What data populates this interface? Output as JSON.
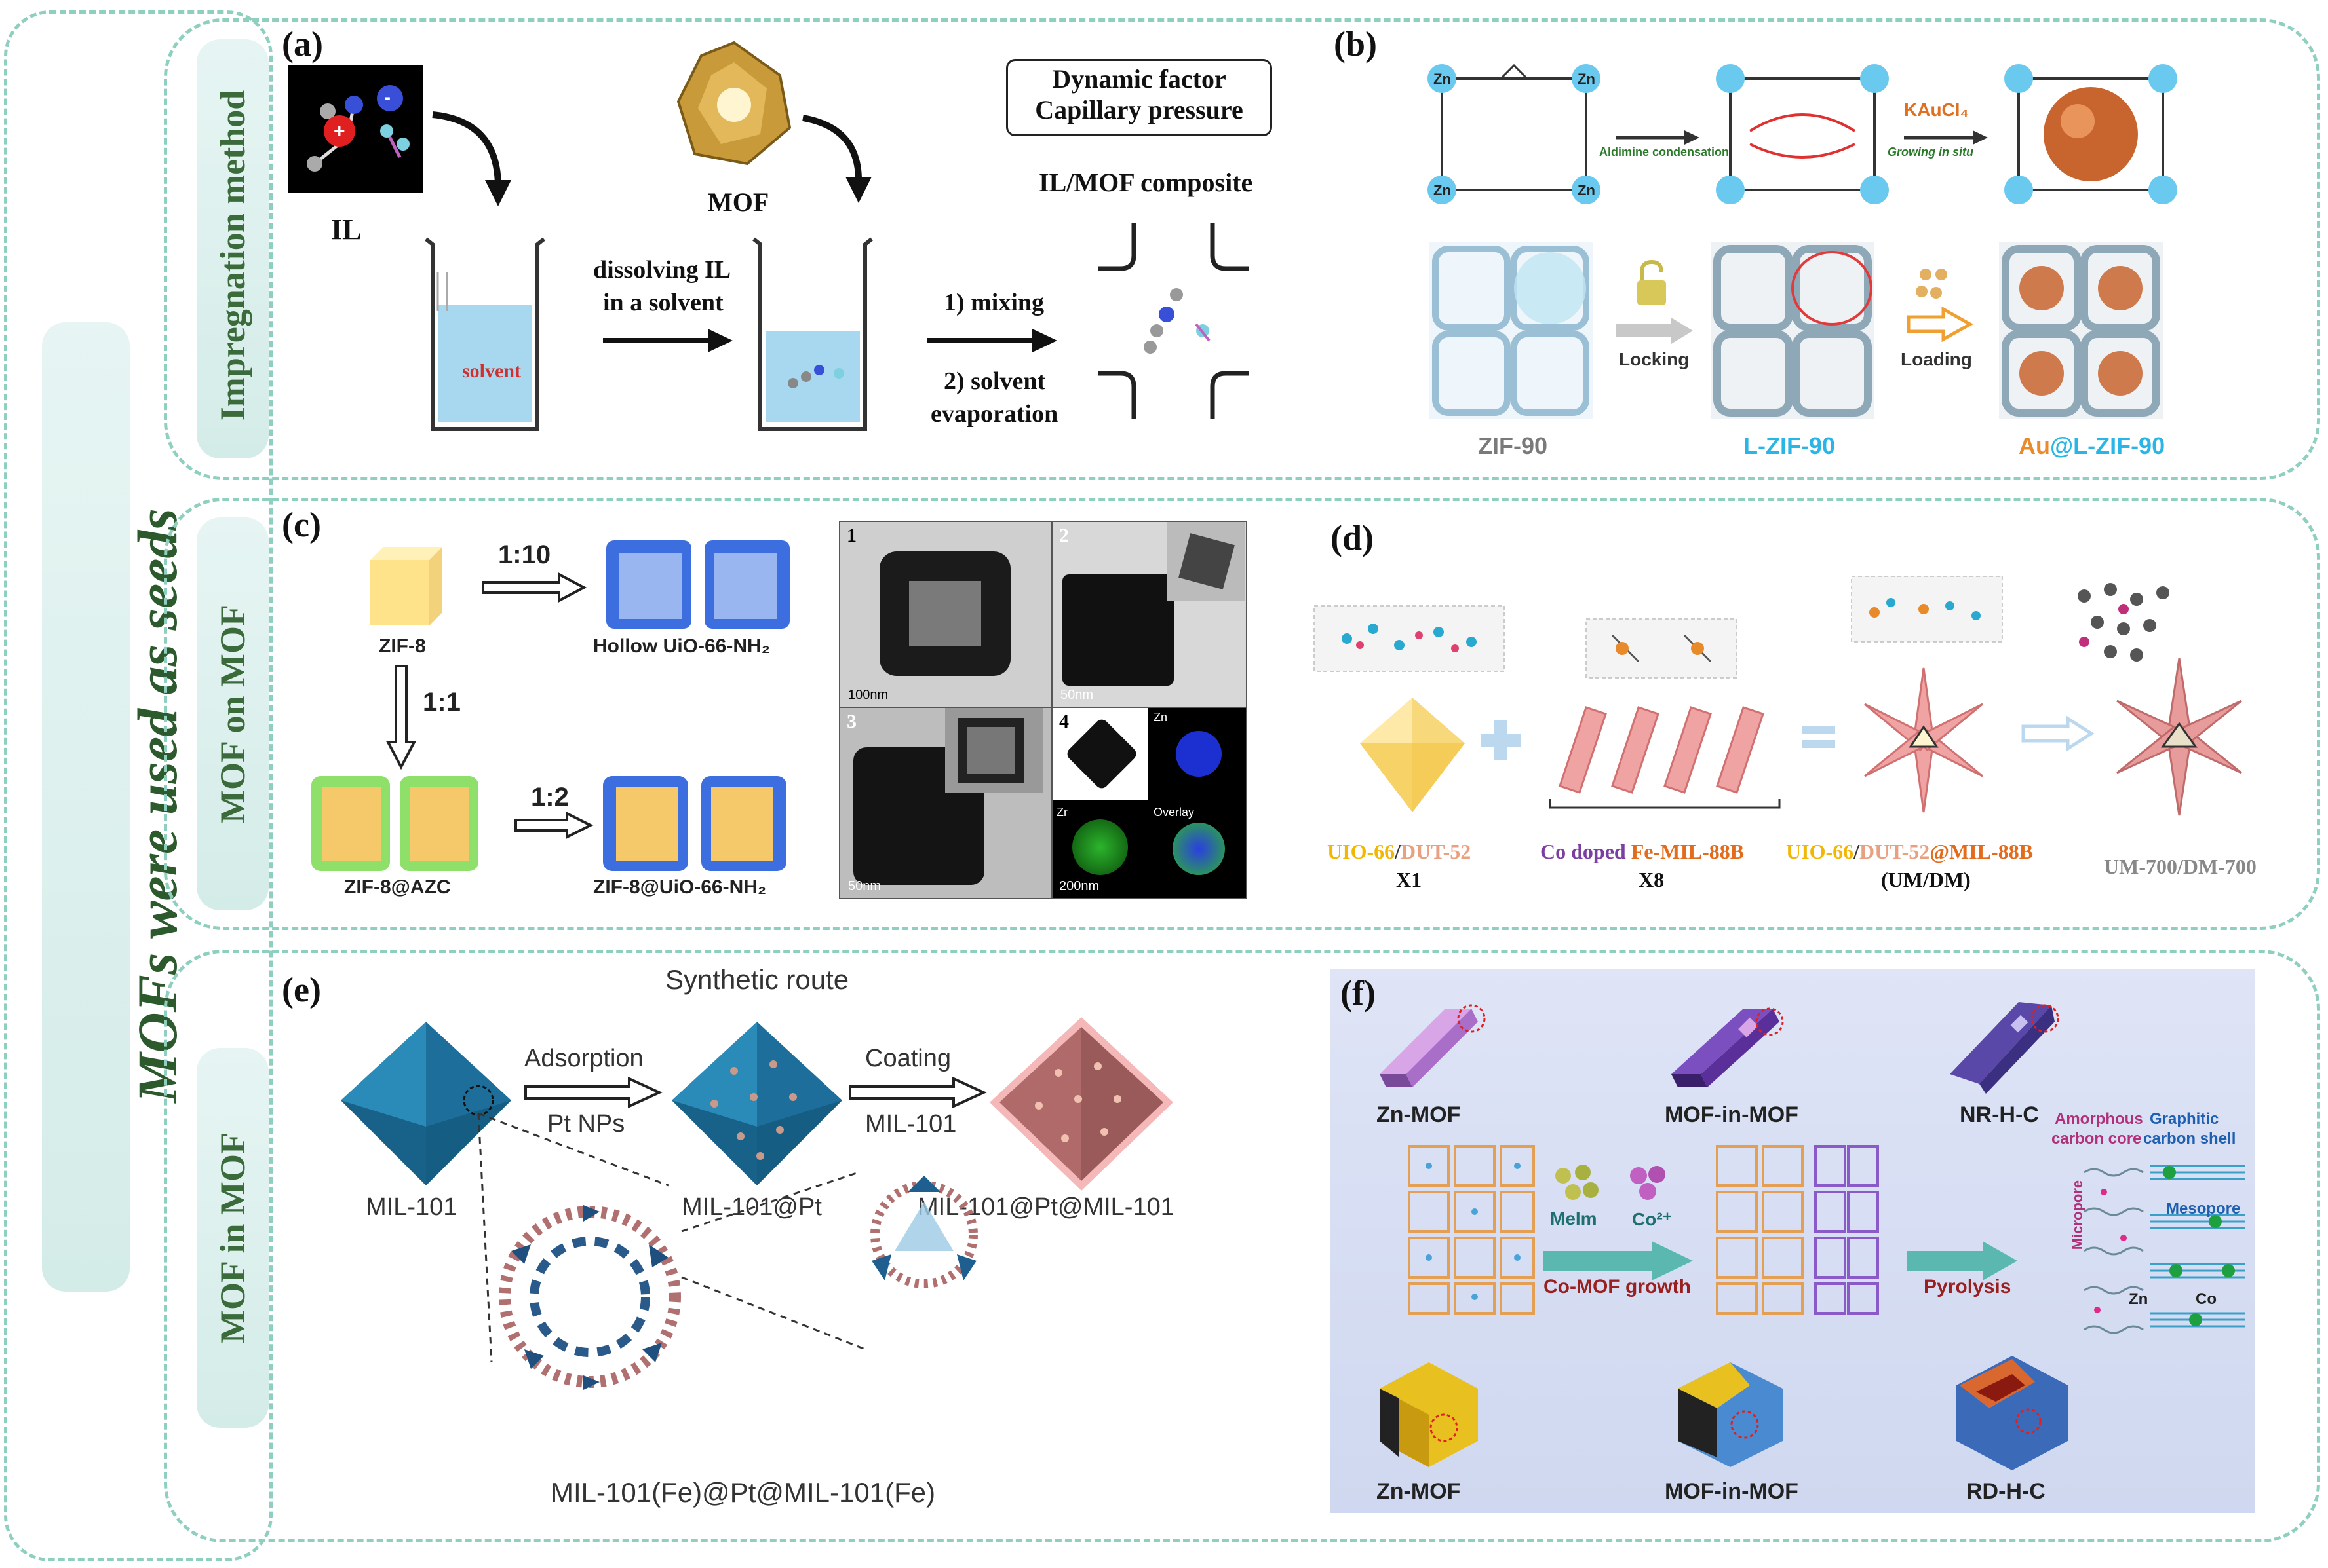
{
  "side_title": "MOFs were used as seeds",
  "rows": [
    {
      "label": "Impregnation method"
    },
    {
      "label": "MOF  on  MOF"
    },
    {
      "label": "MOF  in  MOF"
    }
  ],
  "panel_a": {
    "tag": "(a)",
    "il": "IL",
    "mof": "MOF",
    "factor_line1": "Dynamic factor",
    "factor_line2": "Capillary pressure",
    "composite": "IL/MOF composite",
    "solvent": "solvent",
    "dissolve_line1": "dissolving IL",
    "dissolve_line2": "in a solvent",
    "mixing": "1) mixing",
    "evap_line1": "2) solvent",
    "evap_line2": "evaporation"
  },
  "panel_b": {
    "tag": "(b)",
    "zn": "Zn",
    "aldimine": "Aldimine condensation",
    "kaucl4": "KAuCl₄",
    "growing": "Growing in situ",
    "locking": "Locking",
    "loading": "Loading",
    "zif90": "ZIF-90",
    "lzif90": "L-ZIF-90",
    "au_part": "Au",
    "au_rest": "@L-ZIF-90"
  },
  "panel_c": {
    "tag": "(c)",
    "ratio_1_10": "1:10",
    "ratio_1_1": "1:1",
    "ratio_1_2": "1:2",
    "zif8": "ZIF-8",
    "hollow": "Hollow UiO-66-NH₂",
    "zif8_azc": "ZIF-8@AZC",
    "zif8_uio": "ZIF-8@UiO-66-NH₂",
    "tem": [
      {
        "n": "1",
        "scale": "100nm"
      },
      {
        "n": "2",
        "scale": "50nm"
      },
      {
        "n": "3",
        "scale": "50nm"
      },
      {
        "n": "4",
        "scale": "200nm"
      }
    ],
    "map_zn": "Zn",
    "map_zr": "Zr",
    "map_overlay": "Overlay"
  },
  "panel_d": {
    "tag": "(d)",
    "uio66": "UIO-66",
    "dut52": "DUT-52",
    "x1": "X1",
    "co_doped": "Co doped",
    "fe_mil": "Fe-MIL-88B",
    "x8": "X8",
    "at_mil": "@MIL-88B",
    "umdm": "(UM/DM)",
    "um700": "UM-700/DM-700",
    "slash": "/"
  },
  "panel_e": {
    "tag": "(e)",
    "route": "Synthetic route",
    "adsorption": "Adsorption",
    "pt_nps": "Pt NPs",
    "coating": "Coating",
    "mil101_arrow": "MIL-101",
    "mil101": "MIL-101",
    "mil101_pt": "MIL-101@Pt",
    "mil101_pt_mil": "MIL-101@Pt@MIL-101",
    "bottom": "MIL-101(Fe)@Pt@MIL-101(Fe)"
  },
  "panel_f": {
    "tag": "(f)",
    "zn_mof_top": "Zn-MOF",
    "mof_in_mof_top": "MOF-in-MOF",
    "nr_hc": "NR-H-C",
    "amorphous_line1": "Amorphous",
    "amorphous_line2": "carbon core",
    "graphitic_line1": "Graphitic",
    "graphitic_line2": "carbon shell",
    "melm": "MeIm",
    "co2": "Co²⁺",
    "co_mof_growth": "Co-MOF growth",
    "pyrolysis": "Pyrolysis",
    "micropore": "Micropore",
    "mesopore": "Mesopore",
    "zn": "Zn",
    "co": "Co",
    "zn_mof_bottom": "Zn-MOF",
    "mof_in_mof_bottom": "MOF-in-MOF",
    "rd_hc": "RD-H-C"
  },
  "colors": {
    "dash": "#8fcfc0",
    "row_label": "#3b6b3b",
    "side_title": "#2d5a2d",
    "zif90": "#7a7a7a",
    "lzif90": "#29b6e6",
    "au": "#e98b2b",
    "uio66": "#f2b705",
    "dut52": "#e8a080",
    "co_doped": "#7a3fa0",
    "fe_mil": "#e36b1c",
    "um700": "#888888"
  }
}
